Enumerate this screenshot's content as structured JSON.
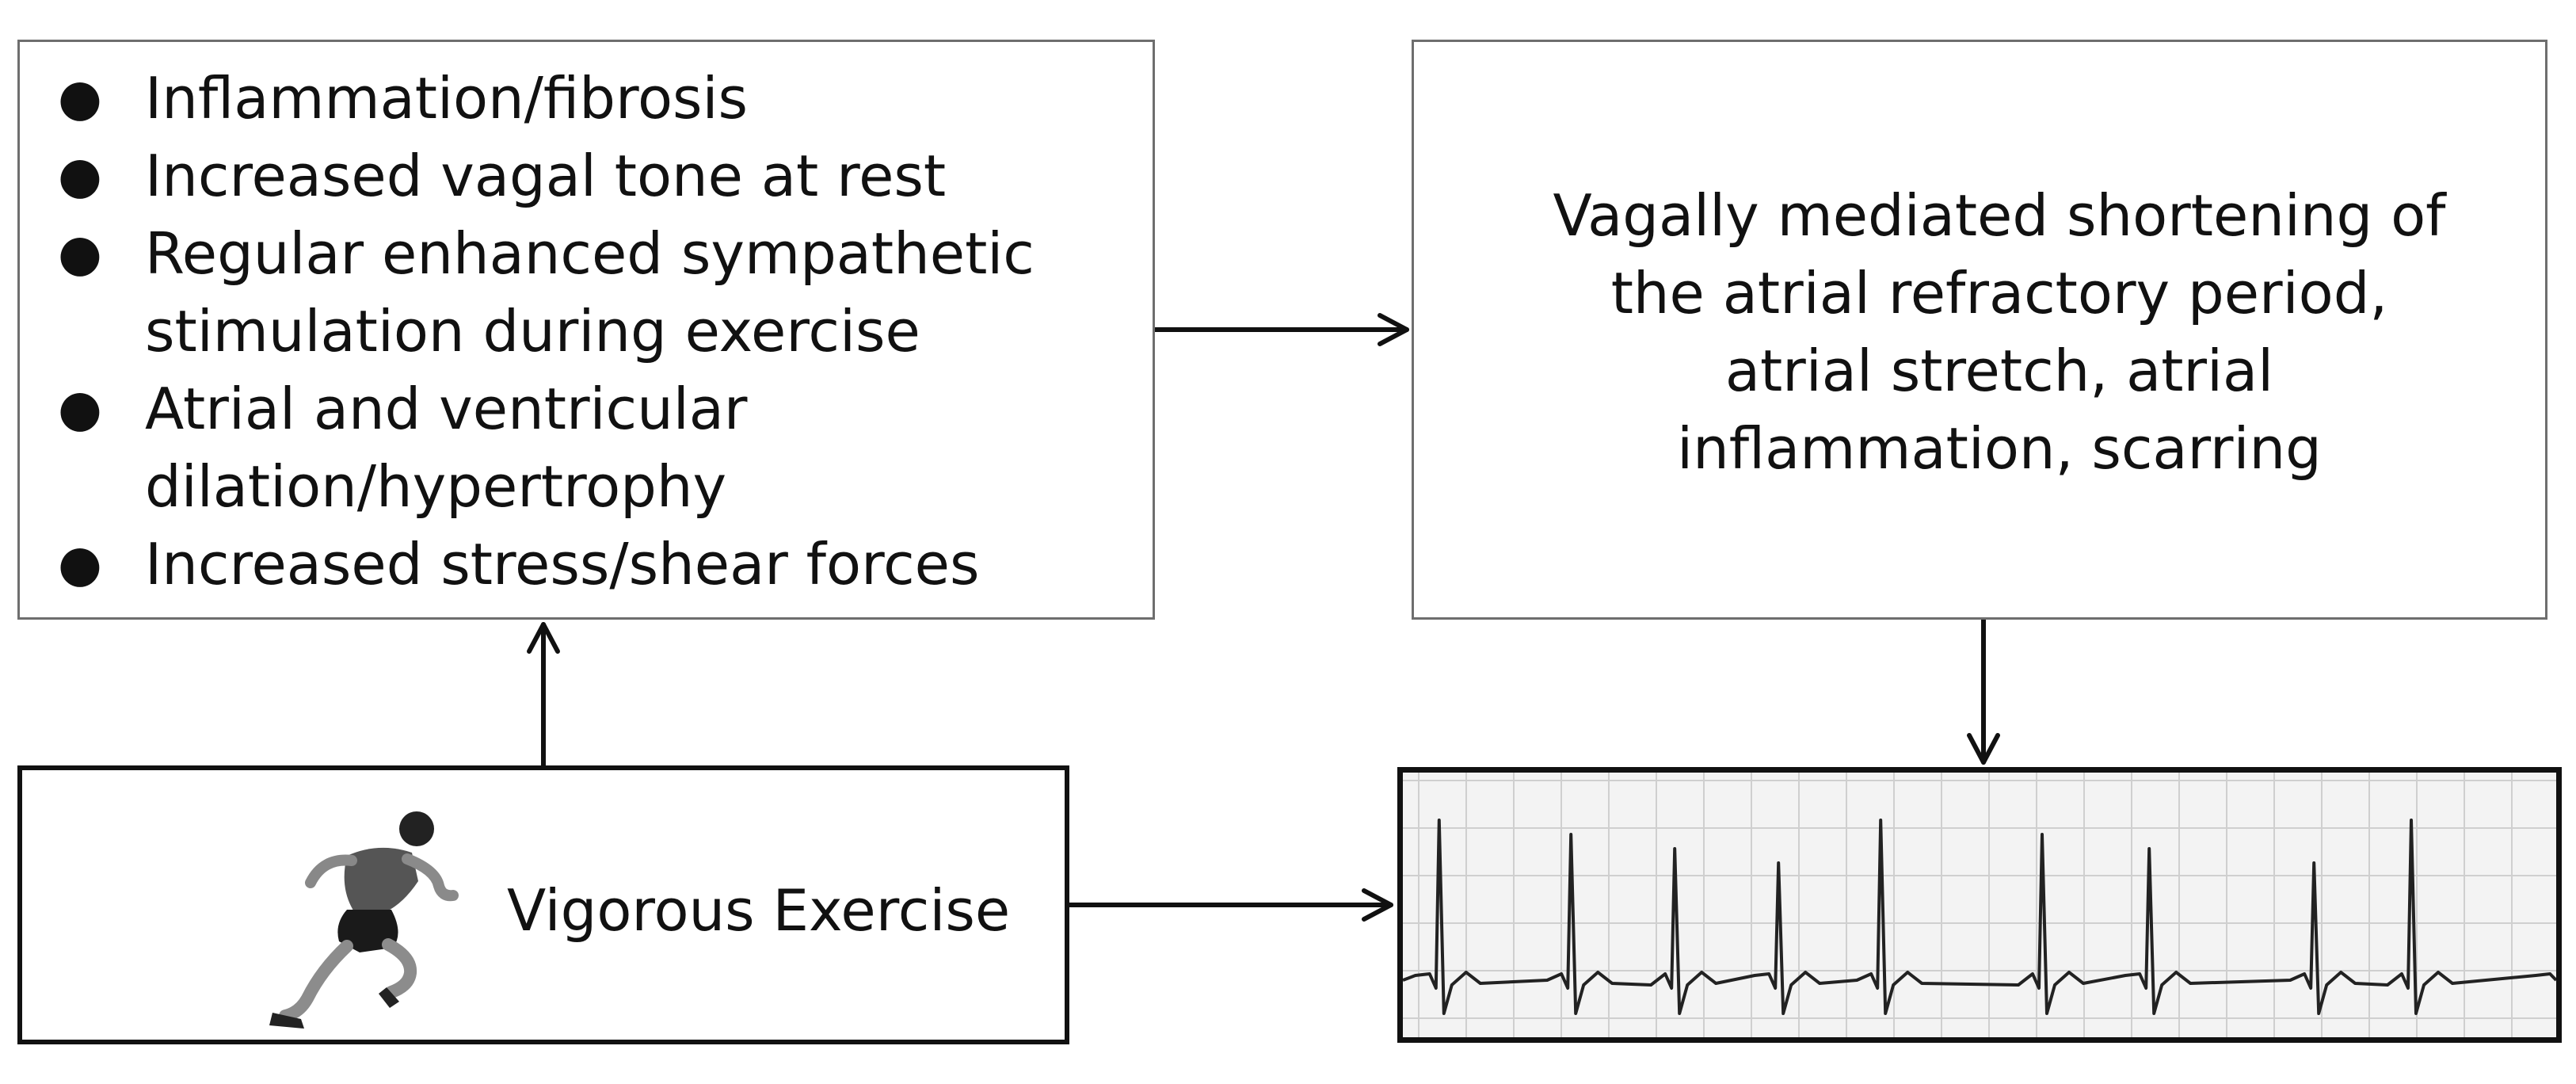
{
  "factors": {
    "items": [
      {
        "lines": [
          "Inflammation/fibrosis"
        ]
      },
      {
        "lines": [
          "Increased vagal tone at rest"
        ]
      },
      {
        "lines": [
          "Regular enhanced sympathetic",
          "stimulation during exercise"
        ]
      },
      {
        "lines": [
          "Atrial and ventricular",
          "dilation/hypertrophy"
        ]
      },
      {
        "lines": [
          "Increased stress/shear forces"
        ]
      }
    ]
  },
  "mechanisms": {
    "lines": [
      "Vagally mediated shortening of",
      "the atrial refractory period,",
      "atrial stretch, atrial",
      "inflammation, scarring"
    ]
  },
  "exercise": {
    "label": "Vigorous Exercise",
    "icon": "runner-icon"
  },
  "ecg": {
    "icon": "ecg-strip",
    "grid_color": "#cfcfcf",
    "trace_color": "#222222"
  }
}
